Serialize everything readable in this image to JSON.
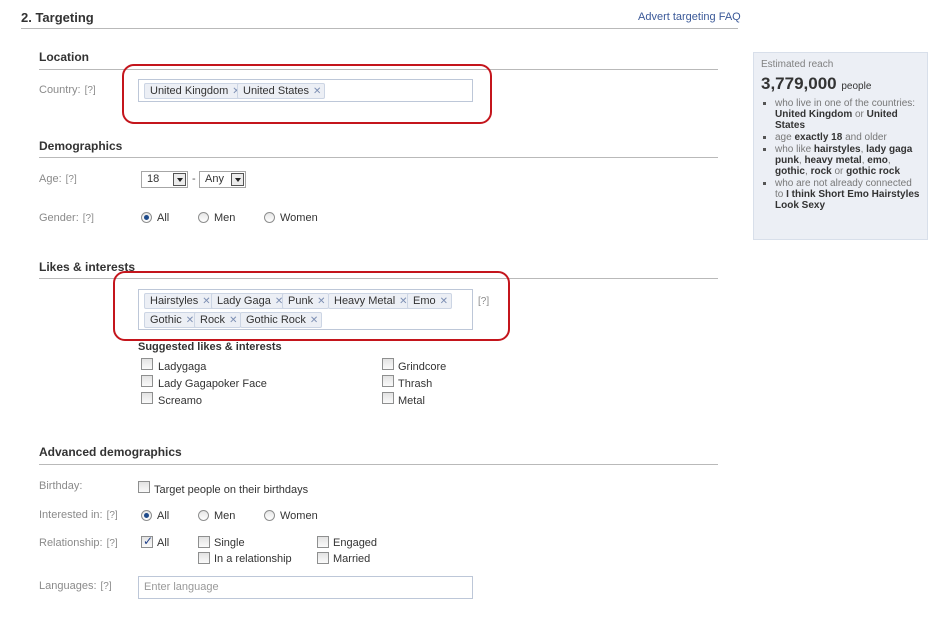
{
  "header": {
    "title": "2. Targeting",
    "faq_link": "Advert targeting FAQ"
  },
  "help_marker": "[?]",
  "location": {
    "title": "Location",
    "country_label": "Country:",
    "countries": [
      "United Kingdom",
      "United States"
    ]
  },
  "demographics": {
    "title": "Demographics",
    "age_label": "Age:",
    "age_min": "18",
    "age_sep": "-",
    "age_max": "Any",
    "gender_label": "Gender:",
    "gender_options": [
      "All",
      "Men",
      "Women"
    ],
    "gender_selected": "All"
  },
  "interests": {
    "title": "Likes & interests",
    "tokens_row1": [
      "Hairstyles",
      "Lady Gaga",
      "Punk",
      "Heavy Metal",
      "Emo"
    ],
    "tokens_row2": [
      "Gothic",
      "Rock",
      "Gothic Rock"
    ],
    "suggested_title": "Suggested likes & interests",
    "suggested_left": [
      "Ladygaga",
      "Lady Gagapoker Face",
      "Screamo"
    ],
    "suggested_right": [
      "Grindcore",
      "Thrash",
      "Metal"
    ]
  },
  "advanced": {
    "title": "Advanced demographics",
    "birthday_label": "Birthday:",
    "birthday_option": "Target people on their birthdays",
    "interested_label": "Interested in:",
    "interested_options": [
      "All",
      "Men",
      "Women"
    ],
    "relationship_label": "Relationship:",
    "relationship_all": "All",
    "relationship_col2": [
      "Single",
      "In a relationship"
    ],
    "relationship_col3": [
      "Engaged",
      "Married"
    ],
    "languages_label": "Languages:",
    "languages_placeholder": "Enter language"
  },
  "reach": {
    "heading": "Estimated reach",
    "count": "3,779,000",
    "unit": "people",
    "b1_a": "who live in one of the countries: ",
    "b1_c1": "United Kingdom",
    "b1_or": " or ",
    "b1_c2": "United States",
    "b2_a": "age ",
    "b2_b": "exactly 18",
    "b2_c": " and older",
    "b3_a": "who like ",
    "b3_l1": "hairstyles",
    "b3_l2": "lady gaga",
    "b3_l3": "punk",
    "b3_l4": "heavy metal",
    "b3_l5": "emo",
    "b3_l6": "gothic",
    "b3_l7": "rock",
    "b3_or": " or ",
    "b3_l8": "gothic rock",
    "b4_a": "who are not already connected to ",
    "b4_b": "I think Short Emo Hairstyles Look Sexy"
  },
  "icons": {
    "remove": "close-icon",
    "dropdown": "chevron-down-icon"
  },
  "colors": {
    "link": "#3b5998",
    "highlight_ring": "#c4151c",
    "token_bg": "#eceff5",
    "reach_bg": "#eceff5"
  }
}
